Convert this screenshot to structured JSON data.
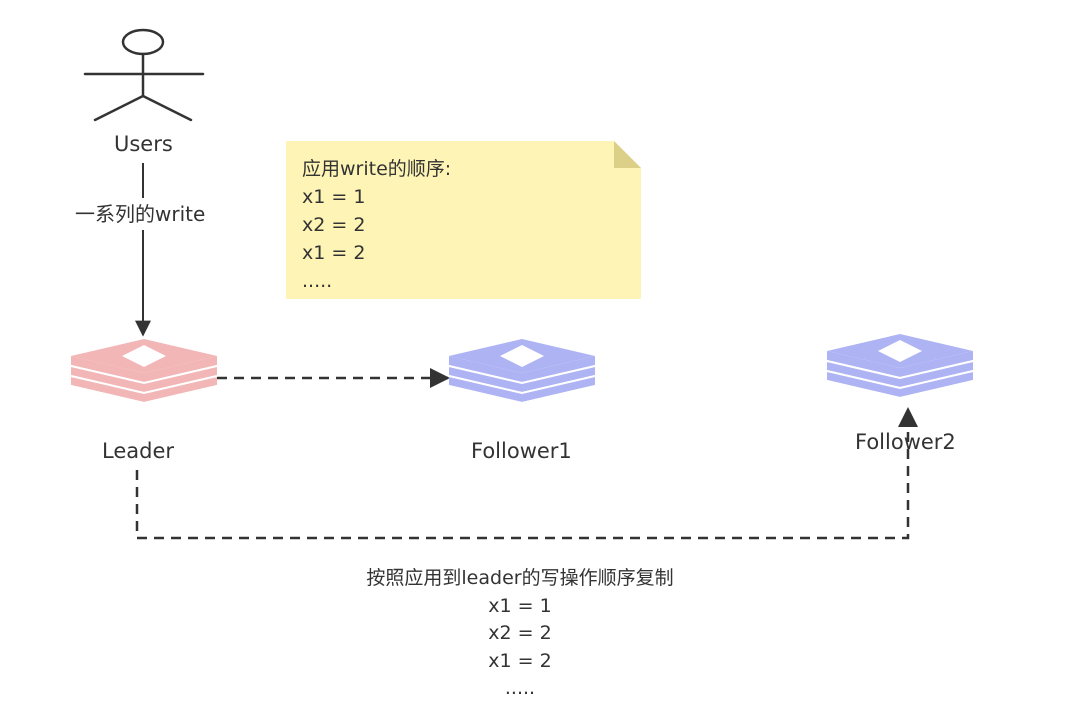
{
  "actor": {
    "label": "Users"
  },
  "edge_write": {
    "label": "一系列的write"
  },
  "note": {
    "lines": [
      "应用write的顺序:",
      "x1 = 1",
      "x2 = 2",
      "x1 = 2",
      "....."
    ],
    "fill": "#fdf4b5",
    "fold_fill": "#dcd089"
  },
  "nodes": {
    "leader": {
      "label": "Leader",
      "color": "#f2b6b6"
    },
    "follower1": {
      "label": "Follower1",
      "color": "#aeb4f3"
    },
    "follower2": {
      "label": "Follower2",
      "color": "#aeb4f3"
    }
  },
  "replication": {
    "lines": [
      "按照应用到leader的写操作顺序复制",
      "x1 = 1",
      "x2 = 2",
      "x1 = 2",
      "....."
    ]
  },
  "line_color": "#333333"
}
